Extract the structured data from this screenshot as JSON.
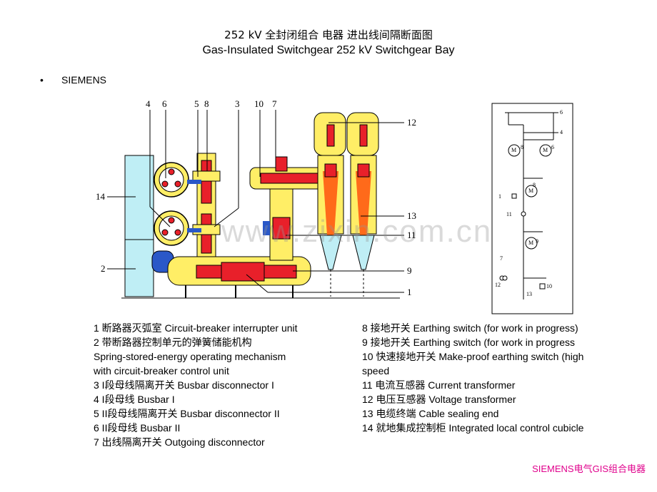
{
  "title_cn": "252 kV 全封闭组合 电器  进出线间隔断面图",
  "title_en": "Gas-Insulated Switchgear 252 kV   Switchgear Bay",
  "bullet": "SIEMENS",
  "bullet_dot": "•",
  "watermark": "www.zixin.com.cn",
  "callouts": {
    "top": [
      "4",
      "6",
      "5",
      "8",
      "3",
      "10",
      "7"
    ],
    "right": [
      "12",
      "13",
      "11",
      "9",
      "1"
    ],
    "left": [
      "14",
      "2"
    ]
  },
  "schematic_labels": [
    "6",
    "4",
    "8",
    "6",
    "8",
    "1",
    "11",
    "9",
    "7",
    "12",
    "10",
    "13",
    "M",
    "M",
    "M",
    "M"
  ],
  "legend_left": [
    "1  断路器灭弧室 Circuit-breaker interrupter unit",
    "2  带断路器控制单元的弹簧储能机构",
    "    Spring-stored-energy operating mechanism",
    "           with circuit-breaker control unit",
    "3  I段母线隔离开关  Busbar disconnector I",
    "4  I段母线  Busbar I",
    "5  II段母线隔离开关  Busbar disconnector II",
    "6  II段母线  Busbar II",
    "7  出线隔离开关  Outgoing disconnector"
  ],
  "legend_right": [
    "8  接地开关  Earthing switch (for work in progress)",
    "9  接地开关  Earthing switch (for work in progress",
    "10  快速接地开关  Make-proof earthing switch (high",
    "                                  speed",
    "11  电流互感器  Current transformer",
    "12  电压互感器  Voltage transformer",
    "13  电缆终端  Cable sealing end",
    "14  就地集成控制柜  Integrated local control cubicle"
  ],
  "footer": "SIEMENS电气GIS组合电器",
  "colors": {
    "yellow": "#ffee66",
    "red": "#e8202a",
    "orange": "#ff6a1a",
    "cyan": "#bfeef5",
    "blue": "#2a58c8",
    "footer": "#e0008c"
  }
}
